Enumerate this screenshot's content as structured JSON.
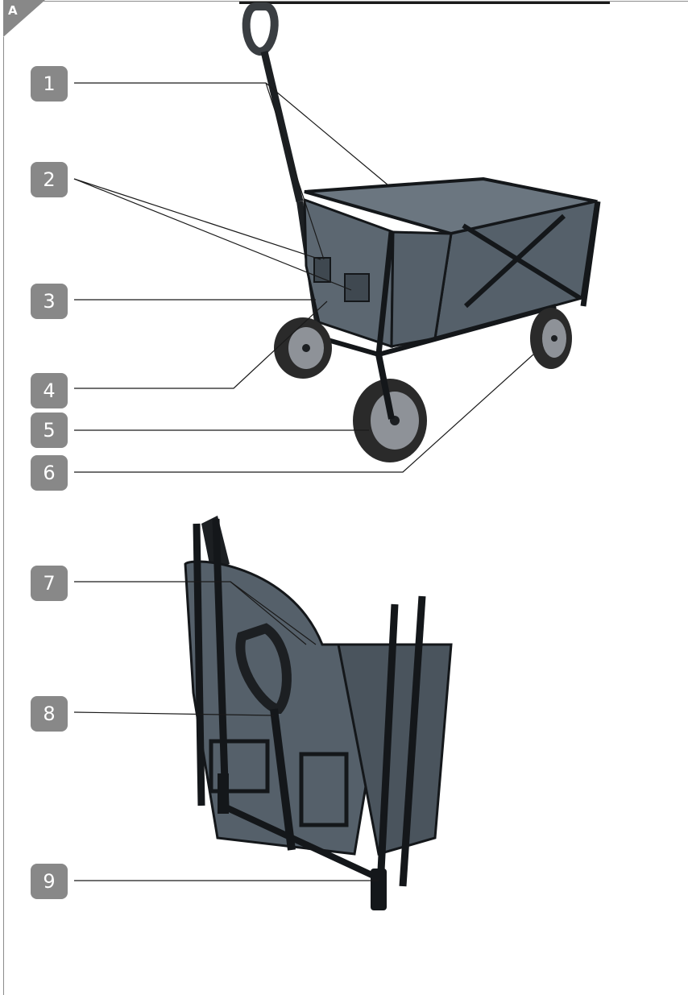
{
  "section_label": "A",
  "callouts": [
    "1",
    "2",
    "3",
    "4",
    "5",
    "6",
    "7",
    "8",
    "9"
  ],
  "colors": {
    "badge": "#888888",
    "frame": "#1c1f22",
    "fabric": "#55606a",
    "fabric_light": "#6b7680",
    "tread": "#2a2a2a",
    "hub": "#8e9298"
  }
}
